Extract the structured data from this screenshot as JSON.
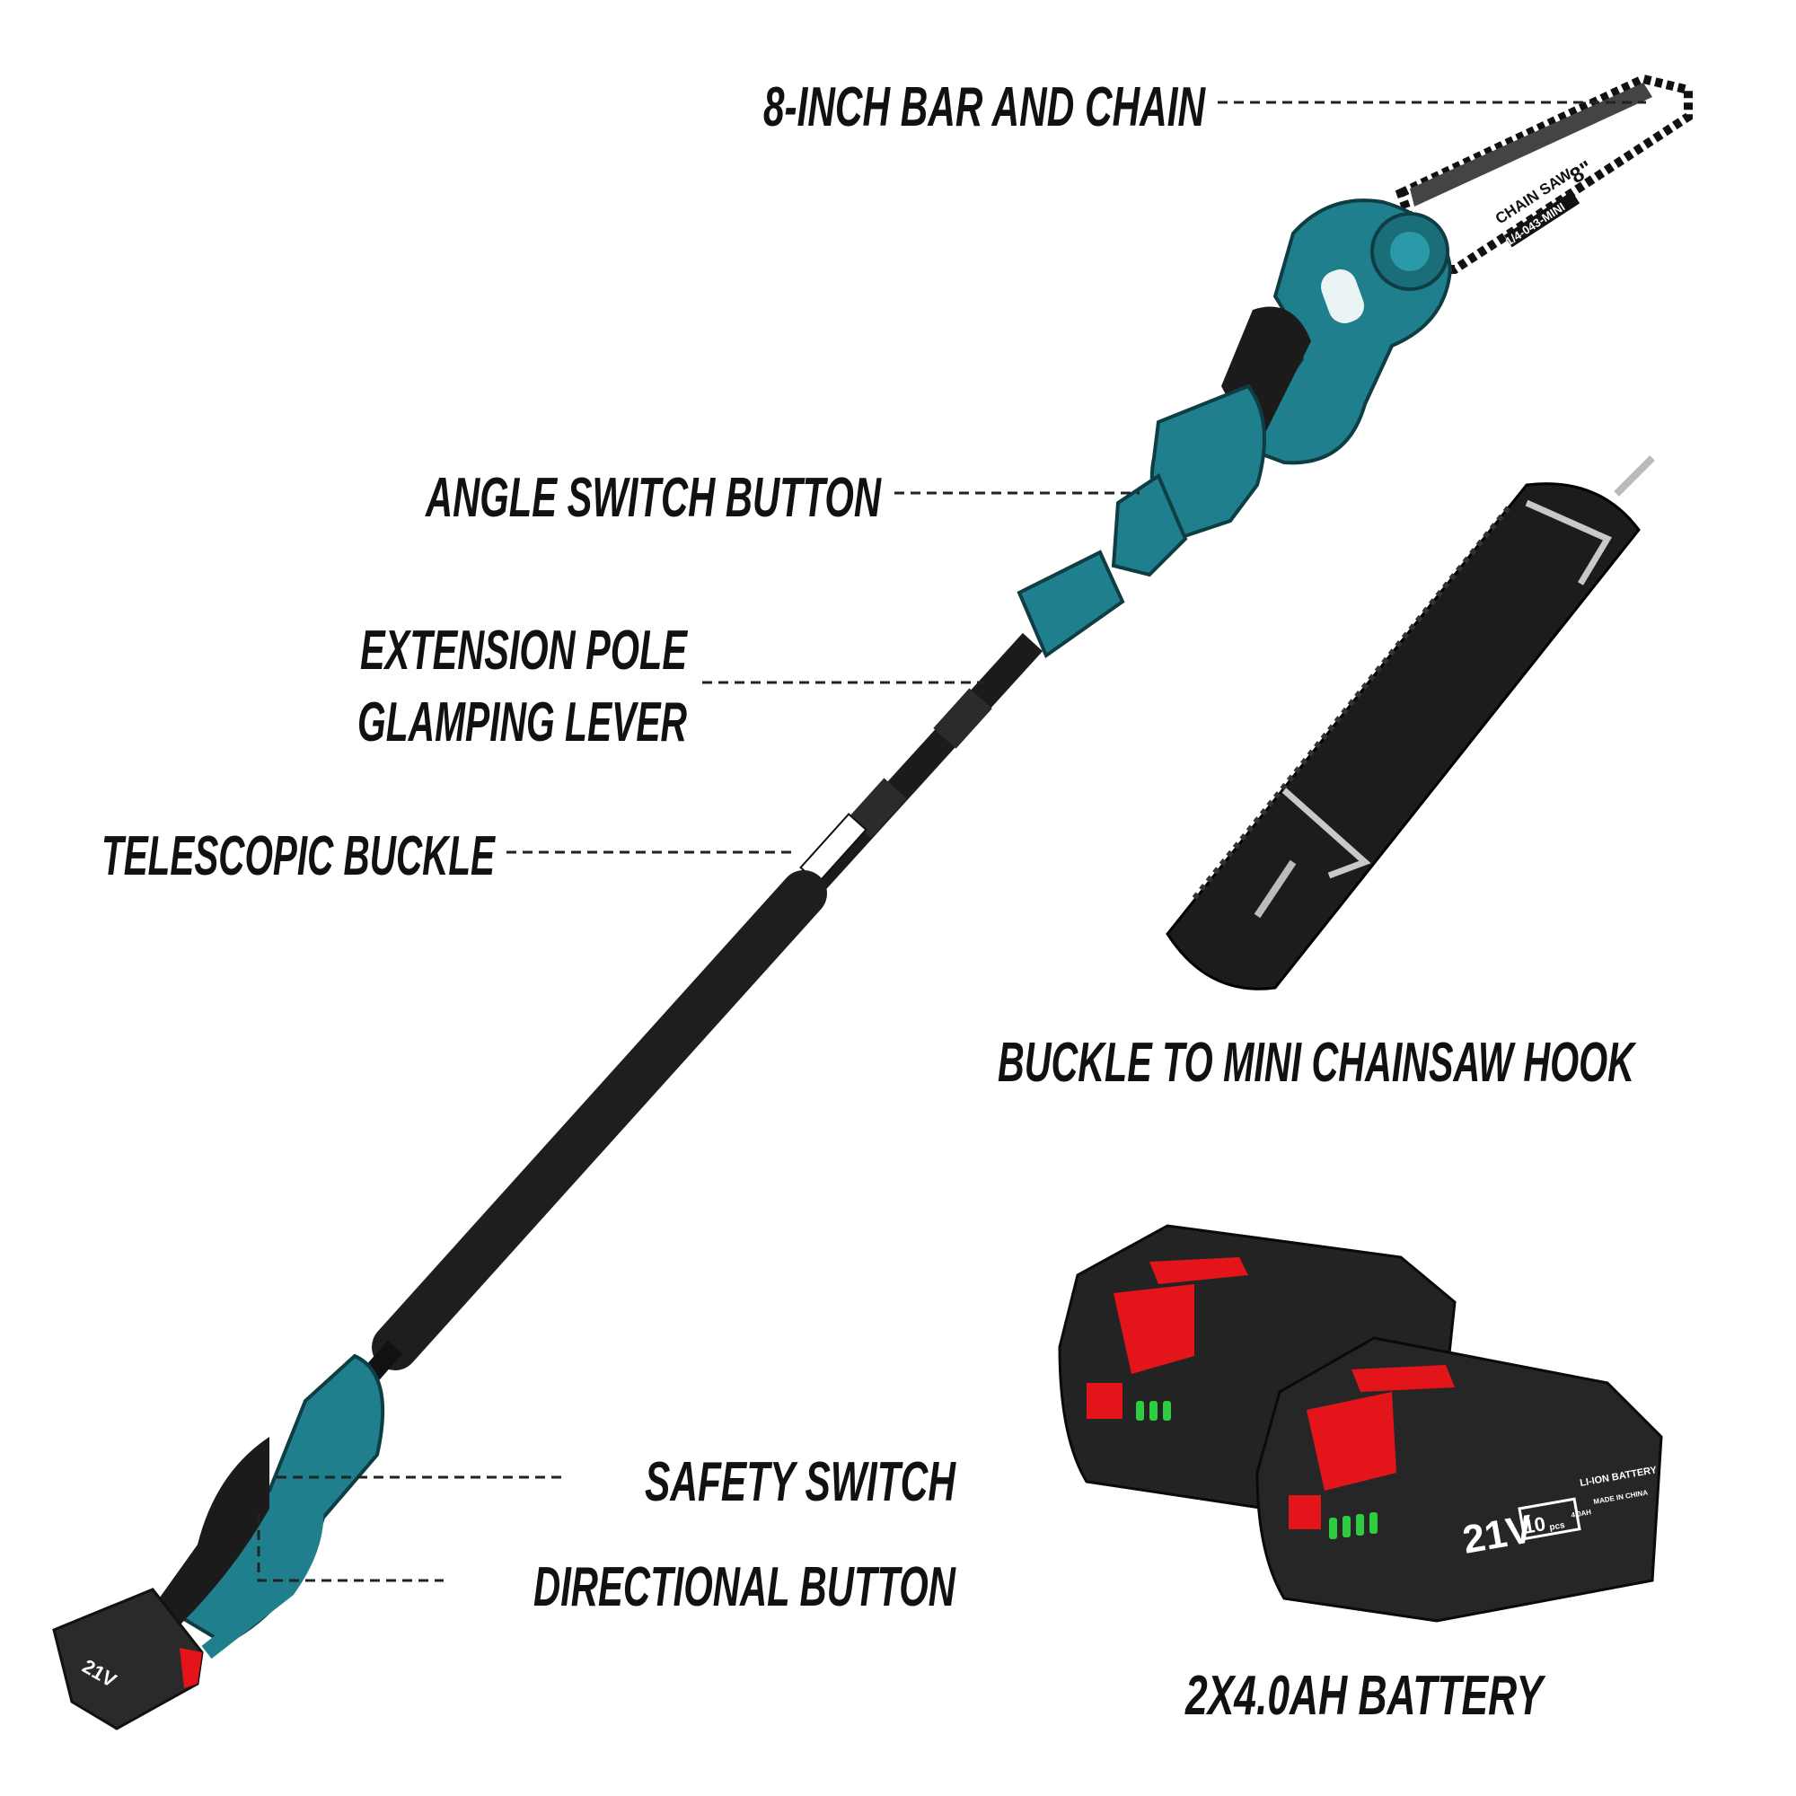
{
  "labels": {
    "bar_and_chain": "8-INCH BAR AND CHAIN",
    "angle_switch": "ANGLE SWITCH BUTTON",
    "extension_pole_line1": "EXTENSION POLE",
    "extension_pole_line2": "GLAMPING LEVER",
    "telescopic_buckle": "TELESCOPIC BUCKLE",
    "strap": "BUCKLE TO MINI CHAINSAW HOOK",
    "safety_switch": "SAFETY SWITCH",
    "directional_button": "DIRECTIONAL BUTTON",
    "battery": "2X4.0AH BATTERY"
  },
  "bar_markings": {
    "name": "CHAIN SAW",
    "size": "8\"",
    "spec": "1/4-043-MINI"
  },
  "battery_markings": {
    "voltage": "21V",
    "cells": "10",
    "cells_unit": "pcs",
    "type": "LI-ION BATTERY",
    "capacity": "4.0AH",
    "origin": "MADE IN CHINA"
  },
  "colors": {
    "tool_body": "#1f7f8c",
    "battery_accent": "#e3151b",
    "indicator": "#2ecc40",
    "text": "#111111"
  }
}
